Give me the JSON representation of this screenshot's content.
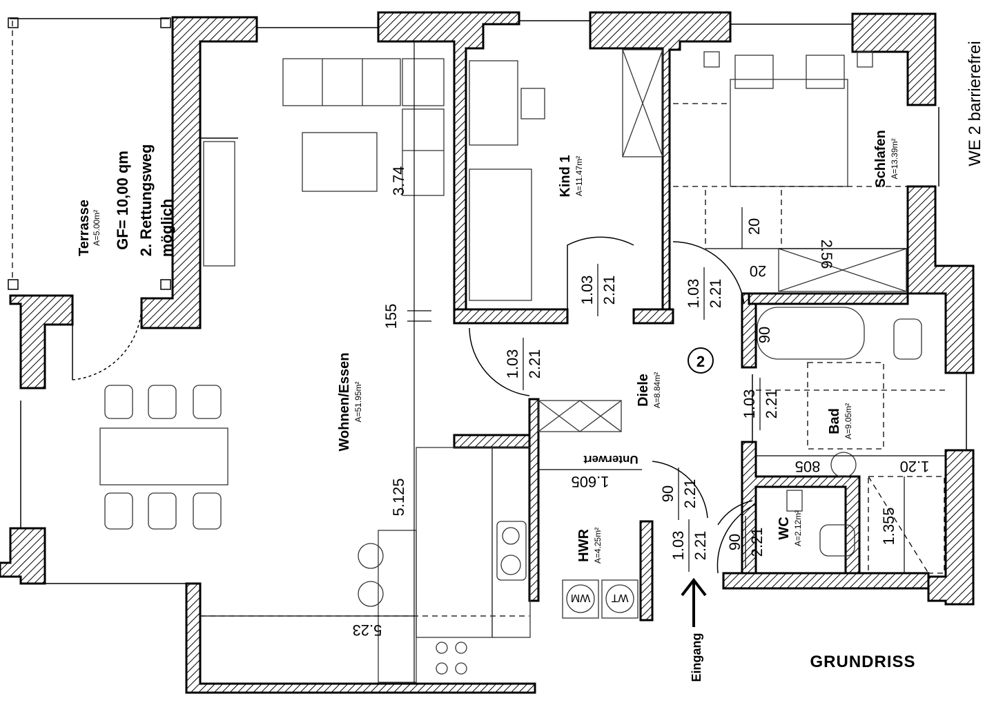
{
  "header": {
    "unit_title": "WE 2 barrierefrei",
    "plan_title": "GRUNDRISS",
    "entrance": "Eingang",
    "unit_number": "2"
  },
  "rooms": {
    "terrasse": {
      "name": "Terrasse",
      "area": "A=5.00m²",
      "note_1": "GF= 10,00 qm",
      "note_2": "2. Rettungsweg",
      "note_3": "möglich"
    },
    "wohnen": {
      "name": "Wohnen/Essen",
      "area": "A=51.95m²"
    },
    "kind": {
      "name": "Kind 1",
      "area": "A=11.47m²"
    },
    "schlafen": {
      "name": "Schlafen",
      "area": "A=13.39m²"
    },
    "diele": {
      "name": "Diele",
      "area": "A=8.84m²"
    },
    "bad": {
      "name": "Bad",
      "area": "A=9.05m²"
    },
    "hwr": {
      "name": "HWR",
      "area": "A=4.25m²"
    },
    "wc": {
      "name": "WC",
      "area": "A=2.12m²"
    }
  },
  "labels": {
    "unterwert": "Unterwert",
    "wm": "WM",
    "wt": "WT"
  },
  "dimensions": {
    "d_374": "3.74",
    "d_155": "155",
    "d_5125": "5.125",
    "d_523": "5.23",
    "d_20": "20",
    "d_20b": "20",
    "d_256": "2.56",
    "d_90_bath": "90",
    "d_805": "805",
    "d_120": "1.20",
    "d_1355": "1.355",
    "d_1605": "1.605",
    "door_kind_w": "1.03",
    "door_kind_h": "2.21",
    "door_schlaf_w": "1.03",
    "door_schlaf_h": "2.21",
    "door_wohnen_w": "1.03",
    "door_wohnen_h": "2.21",
    "door_bad_w": "1.03",
    "door_bad_h": "2.21",
    "door_hwr_w": "90",
    "door_hwr_h": "2.21",
    "door_entry_w": "1.03",
    "door_entry_h": "2.21",
    "door_wc_w": "90",
    "door_wc_h": "2.21"
  }
}
